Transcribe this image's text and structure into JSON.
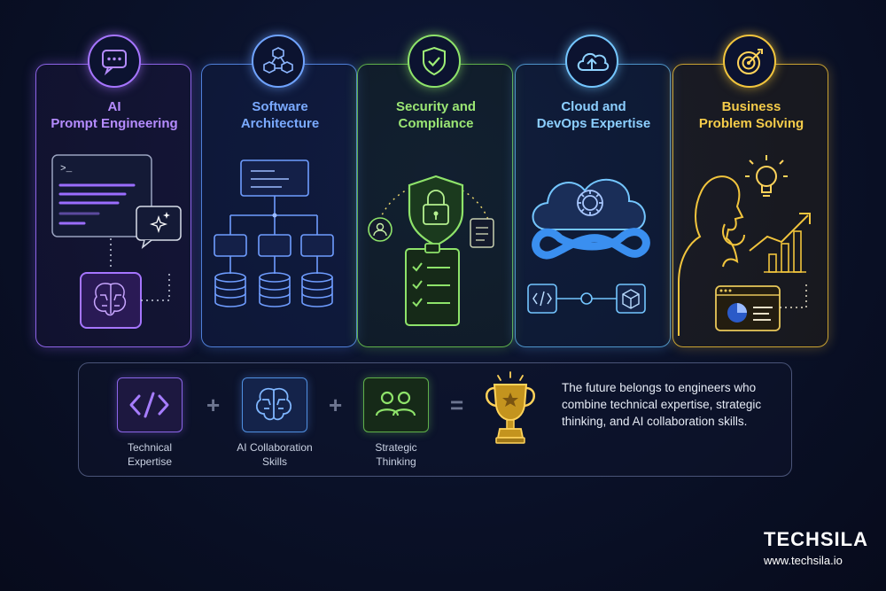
{
  "cards": [
    {
      "title_line1": "AI",
      "title_line2": "Prompt Engineering",
      "icon": "chat-bubble-icon",
      "color": "#a675ff"
    },
    {
      "title_line1": "Software",
      "title_line2": "Architecture",
      "icon": "cubes-network-icon",
      "color": "#6fa3ff"
    },
    {
      "title_line1": "Security and",
      "title_line2": "Compliance",
      "icon": "shield-check-icon",
      "color": "#8ee36a"
    },
    {
      "title_line1": "Cloud and",
      "title_line2": "DevOps Expertise",
      "icon": "cloud-upload-icon",
      "color": "#74c6ff"
    },
    {
      "title_line1": "Business",
      "title_line2": "Problem Solving",
      "icon": "target-icon",
      "color": "#f2c53d"
    }
  ],
  "skills": [
    {
      "label_line1": "Technical",
      "label_line2": "Expertise",
      "icon": "code-icon",
      "color": "#9b73ff"
    },
    {
      "label_line1": "AI Collaboration",
      "label_line2": "Skills",
      "icon": "brain-icon",
      "color": "#5fa8ff"
    },
    {
      "label_line1": "Strategic",
      "label_line2": "Thinking",
      "icon": "people-icon",
      "color": "#7fdc5e"
    }
  ],
  "operators": {
    "plus": "+",
    "equals": "="
  },
  "summary": "The future belongs to engineers who combine technical expertise, strategic thinking, and AI collaboration skills.",
  "brand": {
    "logo": "TECHSILA",
    "url": "www.techsila.io"
  },
  "terminal_prompt": ">_"
}
